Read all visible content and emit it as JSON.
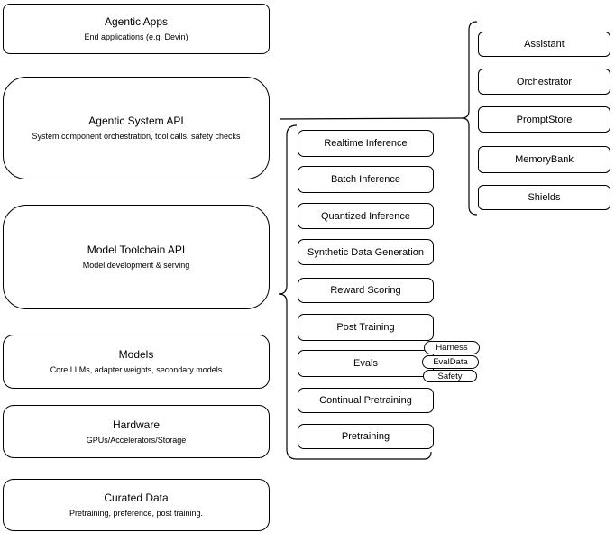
{
  "diagram": {
    "left_column": [
      {
        "title": "Agentic Apps",
        "subtitle": "End applications (e.g. Devin)"
      },
      {
        "title": "Agentic System API",
        "subtitle": "System component orchestration, tool calls, safety checks"
      },
      {
        "title": "Model Toolchain API",
        "subtitle": "Model development & serving"
      },
      {
        "title": "Models",
        "subtitle": "Core LLMs, adapter weights, secondary models"
      },
      {
        "title": "Hardware",
        "subtitle": "GPUs/Accelerators/Storage"
      },
      {
        "title": "Curated Data",
        "subtitle": "Pretraining, preference, post training."
      }
    ],
    "toolchain_services": [
      "Realtime Inference",
      "Batch Inference",
      "Quantized Inference",
      "Synthetic Data Generation",
      "Reward Scoring",
      "Post Training",
      "Evals",
      "Continual Pretraining",
      "Pretraining"
    ],
    "eval_components": [
      "Harness",
      "EvalData",
      "Safety"
    ],
    "system_components": [
      "Assistant",
      "Orchestrator",
      "PromptStore",
      "MemoryBank",
      "Shields"
    ],
    "colors": {
      "line": "#000000",
      "box_fill": "#ffffff",
      "text": "#000000",
      "background": "#ffffff"
    }
  }
}
